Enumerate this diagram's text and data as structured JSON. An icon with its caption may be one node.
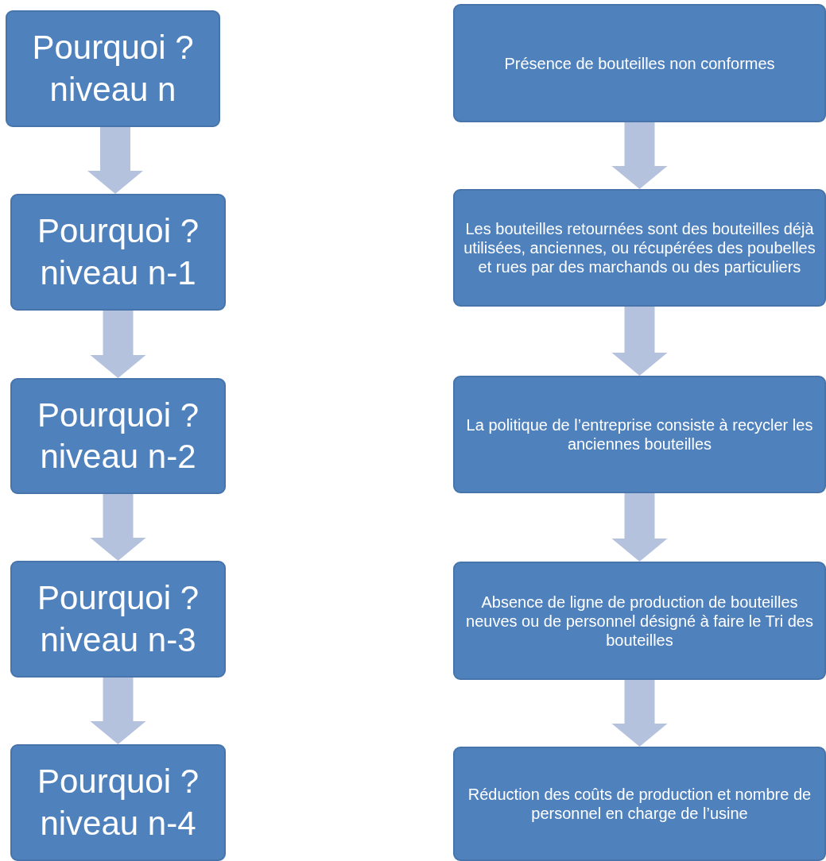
{
  "diagram": {
    "nodes": [
      {
        "text": [
          "Pourquoi ? niveau n"
        ]
      },
      {
        "text": [
          "Pourquoi ? niveau n-1"
        ]
      },
      {
        "text": [
          "Pourquoi ? niveau n-2"
        ]
      },
      {
        "text": [
          "Pourquoi ? niveau n-3"
        ]
      },
      {
        "text": [
          "Pourquoi ? niveau n-4"
        ]
      },
      {
        "text": [
          "Présence de bouteilles non conformes"
        ]
      },
      {
        "text": [
          "Les bouteilles retournées sont des bouteilles déjà utilisées, anciennes, ou récupérées des poubelles et rues par des marchands ou des particuliers"
        ]
      },
      {
        "text": [
          "La politique de l’entreprise consiste à recycler les anciennes bouteilles"
        ]
      },
      {
        "text": [
          "Absence de ligne de production de bouteilles neuves ou de personnel désigné à faire le Tri des bouteilles"
        ]
      },
      {
        "text": [
          "Réduction des coûts de production et nombre de personnel en charge de l’usine"
        ]
      }
    ],
    "edges": [
      {
        "from": 0,
        "to": 1,
        "arrow": "to"
      },
      {
        "from": 1,
        "to": 2,
        "arrow": "to"
      },
      {
        "from": 2,
        "to": 3,
        "arrow": "to"
      },
      {
        "from": 3,
        "to": 4,
        "arrow": "to"
      },
      {
        "from": 5,
        "to": 6,
        "arrow": "to"
      },
      {
        "from": 6,
        "to": 7,
        "arrow": "to"
      },
      {
        "from": 7,
        "to": 8,
        "arrow": "to"
      },
      {
        "from": 8,
        "to": 9,
        "arrow": "to"
      }
    ]
  }
}
